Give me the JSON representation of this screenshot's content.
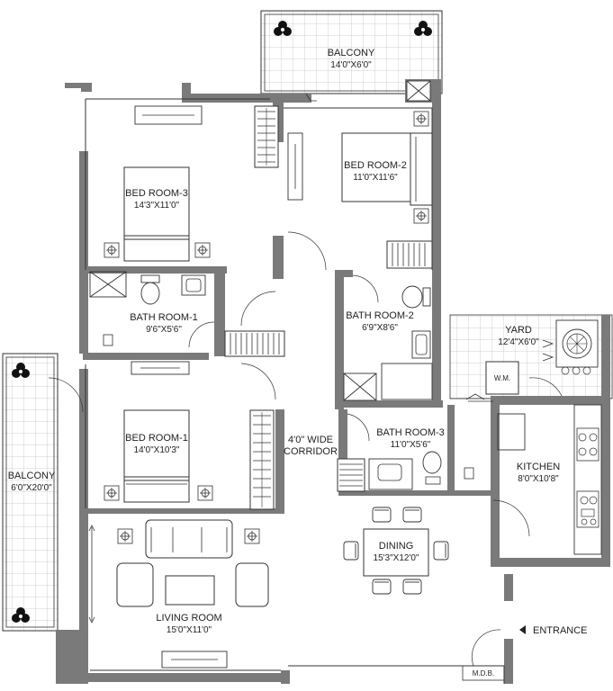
{
  "rooms": {
    "balcony_top": {
      "name": "BALCONY",
      "dims": "14'0\"X6'0\""
    },
    "bedroom2": {
      "name": "BED ROOM-2",
      "dims": "11'0\"X11'6\""
    },
    "bedroom3": {
      "name": "BED ROOM-3",
      "dims": "14'3\"X11'0\""
    },
    "bath1": {
      "name": "BATH ROOM-1",
      "dims": "9'6\"X5'6\""
    },
    "bath2": {
      "name": "BATH ROOM-2",
      "dims": "6'9\"X8'6\""
    },
    "yard": {
      "name": "YARD",
      "dims": "12'4\"X6'0\""
    },
    "bedroom1": {
      "name": "BED ROOM-1",
      "dims": "14'0\"X10'3\""
    },
    "corridor": {
      "line1": "4'0\" WIDE",
      "line2": "CORRIDOR"
    },
    "bath3": {
      "name": "BATH ROOM-3",
      "dims": "11'0\"X5'6\""
    },
    "kitchen": {
      "name": "KITCHEN",
      "dims": "8'0\"X10'8\""
    },
    "balcony_left": {
      "name": "BALCONY",
      "dims": "6'0\"X20'0\""
    },
    "dining": {
      "name": "DINING",
      "dims": "15'3\"X12'0\""
    },
    "living": {
      "name": "LIVING ROOM",
      "dims": "15'0\"X11'0\""
    }
  },
  "labels": {
    "wm": "W.M.",
    "entrance": "ENTRANCE",
    "mdb": "M.D.B."
  },
  "colors": {
    "wall": "#7a7a7a",
    "line": "#333333",
    "grid": "#bdbdbd",
    "plant": "#111111"
  }
}
